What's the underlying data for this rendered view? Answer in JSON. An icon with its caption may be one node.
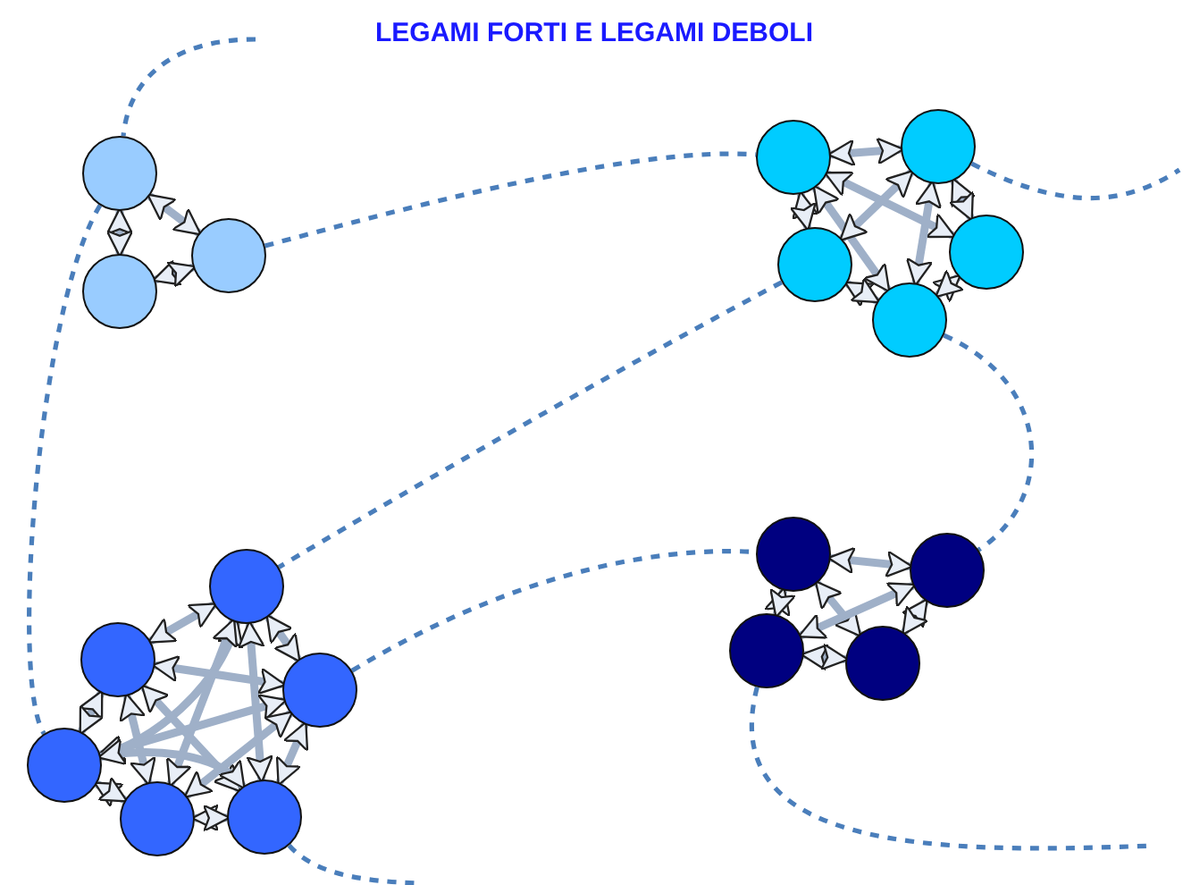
{
  "diagram": {
    "title": "LEGAMI FORTI E LEGAMI DEBOLI",
    "nodes": [
      {
        "text": [],
        "shape": "circle"
      },
      {
        "text": [],
        "shape": "circle"
      },
      {
        "text": [],
        "shape": "circle"
      },
      {
        "text": [],
        "shape": "circle"
      },
      {
        "text": [],
        "shape": "circle"
      },
      {
        "text": [],
        "shape": "circle"
      },
      {
        "text": [],
        "shape": "circle"
      },
      {
        "text": [],
        "shape": "circle"
      },
      {
        "text": [],
        "shape": "circle"
      },
      {
        "text": [],
        "shape": "circle"
      },
      {
        "text": [],
        "shape": "circle"
      },
      {
        "text": [],
        "shape": "circle"
      },
      {
        "text": [],
        "shape": "circle"
      },
      {
        "text": [],
        "shape": "circle"
      },
      {
        "text": [],
        "shape": "circle"
      },
      {
        "text": [],
        "shape": "circle"
      },
      {
        "text": [],
        "shape": "circle"
      },
      {
        "text": [],
        "shape": "circle"
      }
    ],
    "edges": [
      {
        "from": 0,
        "to": 1,
        "arrow": "both"
      },
      {
        "from": 0,
        "to": 2,
        "arrow": "both"
      },
      {
        "from": 1,
        "to": 2,
        "arrow": "both"
      },
      {
        "from": 3,
        "to": 4,
        "arrow": "both"
      },
      {
        "from": 3,
        "to": 5,
        "arrow": "both"
      },
      {
        "from": 3,
        "to": 6,
        "arrow": "both"
      },
      {
        "from": 3,
        "to": 7,
        "arrow": "both"
      },
      {
        "from": 4,
        "to": 5,
        "arrow": "both"
      },
      {
        "from": 4,
        "to": 6,
        "arrow": "both"
      },
      {
        "from": 4,
        "to": 7,
        "arrow": "both"
      },
      {
        "from": 5,
        "to": 7,
        "arrow": "both"
      },
      {
        "from": 6,
        "to": 7,
        "arrow": "both"
      },
      {
        "from": 8,
        "to": 9,
        "arrow": "both"
      },
      {
        "from": 8,
        "to": 10,
        "arrow": "both"
      },
      {
        "from": 8,
        "to": 11,
        "arrow": "both"
      },
      {
        "from": 8,
        "to": 12,
        "arrow": "both"
      },
      {
        "from": 8,
        "to": 13,
        "arrow": "both"
      },
      {
        "from": 9,
        "to": 10,
        "arrow": "both"
      },
      {
        "from": 9,
        "to": 11,
        "arrow": "both"
      },
      {
        "from": 9,
        "to": 12,
        "arrow": "both"
      },
      {
        "from": 9,
        "to": 13,
        "arrow": "both"
      },
      {
        "from": 10,
        "to": 11,
        "arrow": "both"
      },
      {
        "from": 10,
        "to": 12,
        "arrow": "both"
      },
      {
        "from": 10,
        "to": 13,
        "arrow": "both"
      },
      {
        "from": 11,
        "to": 12,
        "arrow": "both"
      },
      {
        "from": 11,
        "to": 13,
        "arrow": "both"
      },
      {
        "from": 12,
        "to": 13,
        "arrow": "both"
      },
      {
        "from": 14,
        "to": 15,
        "arrow": "both"
      },
      {
        "from": 14,
        "to": 16,
        "arrow": "both"
      },
      {
        "from": 14,
        "to": 17,
        "arrow": "both"
      },
      {
        "from": 15,
        "to": 16,
        "arrow": "both"
      },
      {
        "from": 15,
        "to": 17,
        "arrow": "both"
      },
      {
        "from": 16,
        "to": 17,
        "arrow": "both"
      },
      {
        "from": null,
        "to": 0,
        "arrow": "none",
        "style": "dashed",
        "color": "#4a7ebb"
      },
      {
        "from": 0,
        "to": 11,
        "arrow": "none",
        "style": "dashed",
        "color": "#4a7ebb"
      },
      {
        "from": 2,
        "to": 3,
        "arrow": "none",
        "style": "dashed",
        "color": "#4a7ebb"
      },
      {
        "from": 4,
        "to": null,
        "arrow": "none",
        "style": "dashed",
        "color": "#4a7ebb"
      },
      {
        "from": 5,
        "to": 8,
        "arrow": "none",
        "style": "dashed",
        "color": "#4a7ebb"
      },
      {
        "from": 7,
        "to": 15,
        "arrow": "none",
        "style": "dashed",
        "color": "#4a7ebb"
      },
      {
        "from": 10,
        "to": 14,
        "arrow": "none",
        "style": "dashed",
        "color": "#4a7ebb"
      },
      {
        "from": 16,
        "to": null,
        "arrow": "none",
        "style": "dashed",
        "color": "#4a7ebb"
      },
      {
        "from": 13,
        "to": null,
        "arrow": "none",
        "style": "dashed",
        "color": "#4a7ebb"
      }
    ]
  }
}
